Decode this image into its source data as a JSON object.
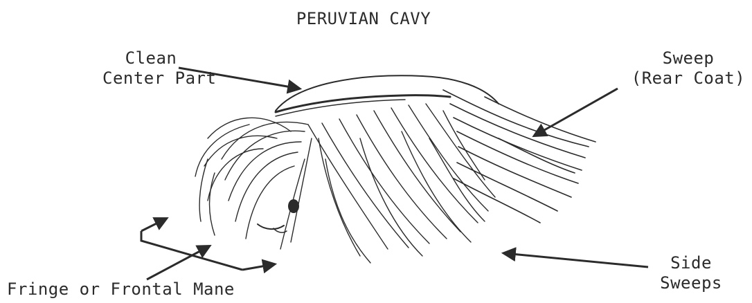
{
  "diagram": {
    "title": "PERUVIAN CAVY",
    "labels": {
      "clean_center_part": [
        "Clean",
        "Center Part"
      ],
      "sweep_rear_coat": [
        "Sweep",
        "(Rear Coat)"
      ],
      "side_sweeps": [
        "Side",
        "Sweeps"
      ],
      "fringe": "Fringe  or Frontal Mane"
    }
  },
  "colors": {
    "ink": "#2b2b2b",
    "background": "#ffffff"
  }
}
